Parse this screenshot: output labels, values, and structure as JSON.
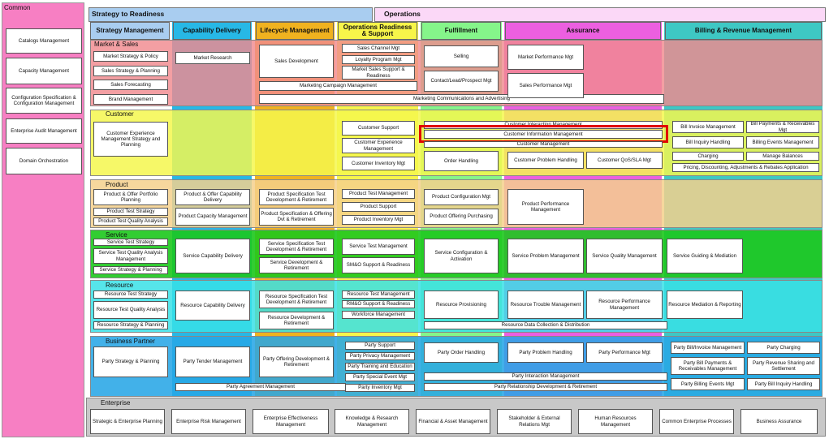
{
  "sections": {
    "common": "Common",
    "strategy": "Strategy to Readiness",
    "operations": "Operations",
    "enterprise": "Enterprise"
  },
  "columns": [
    "Strategy Management",
    "Capability Delivery",
    "Lifecycle Management",
    "Operations Readiness & Support",
    "Fulfillment",
    "Assurance",
    "Billing & Revenue Management"
  ],
  "domains": [
    "Market & Sales",
    "Customer",
    "Product",
    "Service",
    "Resource",
    "Business Partner"
  ],
  "common_boxes": [
    "Catalogs Management",
    "Capacity Management",
    "Configuration Specification & Configuration Management",
    "Enterprise Audit Management",
    "Domain Orchestration"
  ],
  "boxes": {
    "market": [
      "Market Strategy & Policy",
      "Sales Strategy & Planning",
      "Sales Forecasting",
      "Brand Management",
      "Market Research",
      "Sales Development",
      "Marketing Campaign Management",
      "Marketing Communications and Advertising",
      "Sales Channel Mgt",
      "Loyalty Program Mgt",
      "Market Sales Support & Readiness",
      "Selling",
      "Contact/Lead/Prospect Mgt",
      "Market Performance Mgt",
      "Sales Performance Mgt"
    ],
    "customer": [
      "Customer Experience Management Strategy and Planning",
      "Customer Support",
      "Customer Experience Management",
      "Customer Inventory Mgt",
      "Customer Interaction Management",
      "Customer Information Management",
      "Customer Management",
      "Order Handling",
      "Customer Problem Handling",
      "Customer QoS/SLA Mgt",
      "Bill Invoice Management",
      "Bill Payments & Receivables Mgt",
      "Bill Inquiry Handling",
      "Billing Events Management",
      "Charging",
      "Manage Balances",
      "Pricing, Discounting, Adjustments & Rebates Application"
    ],
    "product": [
      "Product & Offer Portfolio Planning",
      "Product Test Strategy",
      "Product Test Quality Analysis",
      "Product & Offer Capability Delivery",
      "Product Capacity Management",
      "Product Specification Test Development & Retirement",
      "Product Specification & Offering Dvt & Retirement",
      "Product Test Management",
      "Product Support",
      "Product Inventory Mgt",
      "Product Configuration Mgt",
      "Product Offering Purchasing",
      "Product Performance Management"
    ],
    "service": [
      "Service Test Strategy",
      "Service Test Quality Analysis Management",
      "Service Strategy & Planning",
      "Service Capability Delivery",
      "Service Specification Test Development & Retirement",
      "Service Development & Retirement",
      "Service Test Management",
      "SM&O Support & Readiness",
      "Service Configuration & Activation",
      "Service Problem Management",
      "Service Quality Management",
      "Service Guiding & Mediation"
    ],
    "resource": [
      "Resource Test Strategy",
      "Resource Test Quality Analysis",
      "Resource Strategy & Planning",
      "Resource Capability Delivery",
      "Resource Specification Test Development & Retirement",
      "Resource Development & Retirement",
      "Resource Test Management",
      "RM&O Support & Readiness",
      "Workforce Management",
      "Resource Provisioning",
      "Resource Trouble Management",
      "Resource Performance Management",
      "Resource Mediation & Reporting",
      "Resource Data Collection & Distribution"
    ],
    "partner": [
      "Party Strategy & Planning",
      "Party Tender Management",
      "Party Offering Development & Retirement",
      "Party Agreement Management",
      "Party Support",
      "Party Privacy Management",
      "Party Training and Education",
      "Party Special Event Mgt",
      "Party Inventory Mgt",
      "Party Order Handling",
      "Party Problem Handling",
      "Party Performance Mgt",
      "Party Interaction Management",
      "Party Relationship Development & Retirement",
      "Party Bill/Invoice Management",
      "Party Charging",
      "Party Bill Payments & Receivables Management",
      "Party Revenue Sharing and Settlement",
      "Party Billing Events Mgt",
      "Party Bill Inquiry Handling"
    ],
    "enterprise": [
      "Strategic & Enterprise Planning",
      "Enterprise Risk Management",
      "Enterprise Effectiveness Management",
      "Knowledge & Research Management",
      "Financial & Asset Management",
      "Stakeholder & External Relations Mgt",
      "Human Resources Management",
      "Common Enterprise Processes",
      "Business Assurance"
    ]
  },
  "colors": {
    "common": "#f77fc3",
    "strategy_header": "#a9cdf0",
    "operations_header": "#fbd8f7",
    "market": "#f08a8f",
    "customer": "#f4f74e",
    "product": "#f5d08c",
    "service": "#22cc22",
    "resource": "#38e0e6",
    "partner": "#28a6e6",
    "enterprise": "#c8c8c8",
    "highlight": "#e00000"
  }
}
